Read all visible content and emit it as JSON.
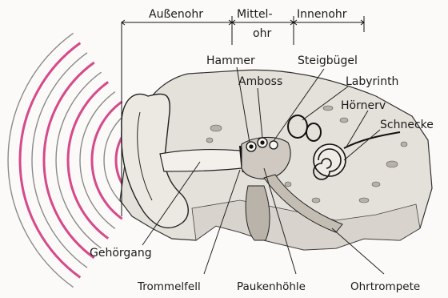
{
  "regions": {
    "outer_ear": "Außenohr",
    "middle_ear_line1": "Mittel-",
    "middle_ear_line2": "ohr",
    "inner_ear": "Innenohr"
  },
  "labels": {
    "hammer": "Hammer",
    "stirrup": "Steigbügel",
    "anvil": "Amboss",
    "labyrinth": "Labyrinth",
    "auditory_nerve": "Hörnerv",
    "cochlea": "Schnecke",
    "ear_canal": "Gehörgang",
    "eardrum": "Trommelfell",
    "tympanic_cavity": "Paukenhöhle",
    "eustachian_tube": "Ohrtrompete"
  },
  "colors": {
    "sound_waves": "#d6498a",
    "ink": "#1a1a1a",
    "paper": "#fbfaf8",
    "tissue": "#e4e0da",
    "bone": "#c9c4bc"
  },
  "sound_wave_count": 12
}
